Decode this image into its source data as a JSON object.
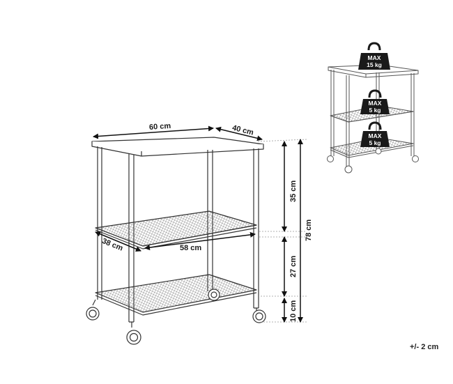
{
  "dimensions": {
    "width": "60 cm",
    "depth": "40 cm",
    "shelf_depth": "38 cm",
    "shelf_width": "58 cm",
    "total_height": "78 cm",
    "upper_gap": "35 cm",
    "middle_gap": "27 cm",
    "bottom_clearance": "10 cm"
  },
  "load_limits": [
    {
      "max": "MAX",
      "weight": "15 kg"
    },
    {
      "max": "MAX",
      "weight": "5 kg"
    },
    {
      "max": "MAX",
      "weight": "5 kg"
    }
  ],
  "tolerance": "+/- 2 cm",
  "colors": {
    "line": "#333333",
    "dim": "#111111",
    "weight_fill": "#1a1a1a"
  }
}
